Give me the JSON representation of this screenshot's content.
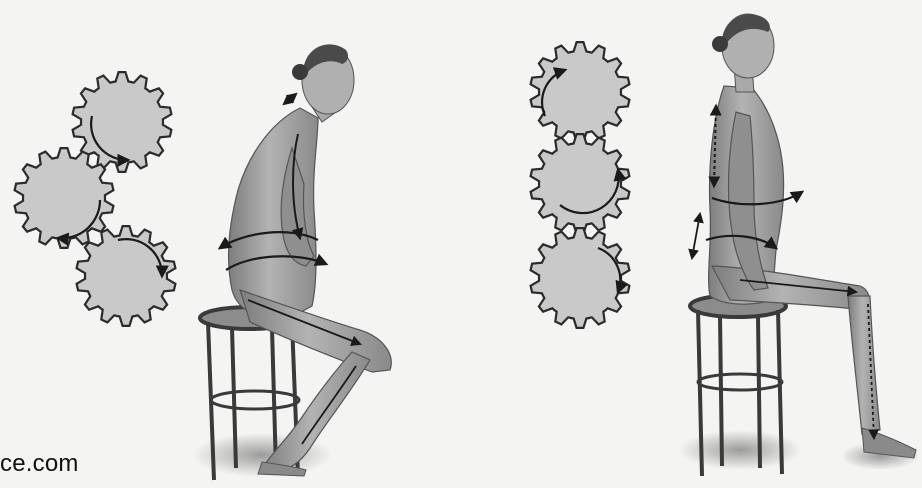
{
  "watermark": {
    "text": "ce.com"
  },
  "colors": {
    "paper": "#f4f4f2",
    "gear_fill": "#c9c9c9",
    "gear_stroke": "#2b2b2b",
    "figure_fill": "#9a9a9a",
    "figure_shadow": "#6f6f6f",
    "stool": "#3a3a3a",
    "arrow": "#1a1a1a"
  },
  "panels": {
    "left": {
      "posture": "slouched-sitting",
      "gear_count": 3,
      "gear_arrangement": "scattered-meshed"
    },
    "right": {
      "posture": "upright-sitting",
      "gear_count": 3,
      "gear_arrangement": "vertical-stack"
    }
  }
}
